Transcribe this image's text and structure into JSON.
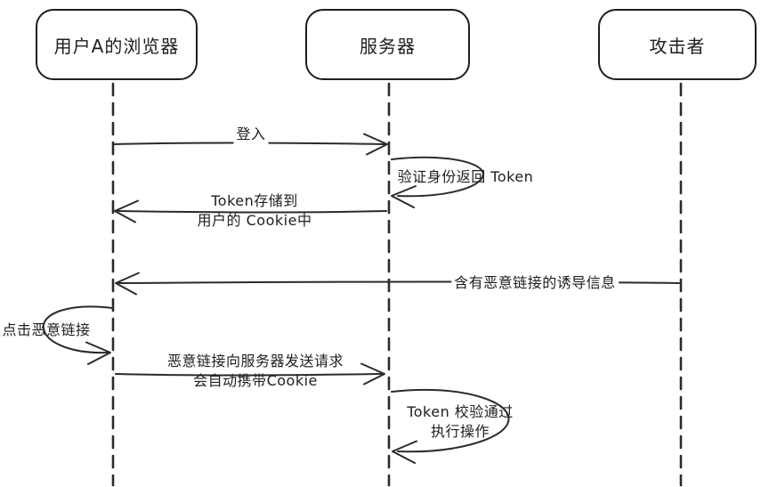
{
  "diagram": {
    "type": "sequence-diagram",
    "style": "hand-drawn",
    "colors": {
      "stroke": "#1e1e1e",
      "background": "#ffffff"
    },
    "actors": [
      {
        "id": "user-browser",
        "label": "用户A的浏览器"
      },
      {
        "id": "server",
        "label": "服务器"
      },
      {
        "id": "attacker",
        "label": "攻击者"
      }
    ],
    "messages": [
      {
        "id": "login",
        "from": "user-browser",
        "to": "server",
        "label": "登入"
      },
      {
        "id": "verify-identity",
        "from": "server",
        "to": "server",
        "label": "验证身份返回 Token"
      },
      {
        "id": "store-token",
        "from": "server",
        "to": "user-browser",
        "line1": "Token存储到",
        "line2": "用户的 Cookie中"
      },
      {
        "id": "lure-message",
        "from": "attacker",
        "to": "user-browser",
        "label": "含有恶意链接的诱导信息"
      },
      {
        "id": "click-link",
        "from": "user-browser",
        "to": "user-browser",
        "label": "点击恶意链接"
      },
      {
        "id": "malicious-request",
        "from": "user-browser",
        "to": "server",
        "line1": "恶意链接向服务器发送请求",
        "line2": "会自动携带Cookie"
      },
      {
        "id": "token-check-pass",
        "from": "server",
        "to": "server",
        "line1": "Token 校验通过",
        "line2": "执行操作"
      }
    ]
  }
}
